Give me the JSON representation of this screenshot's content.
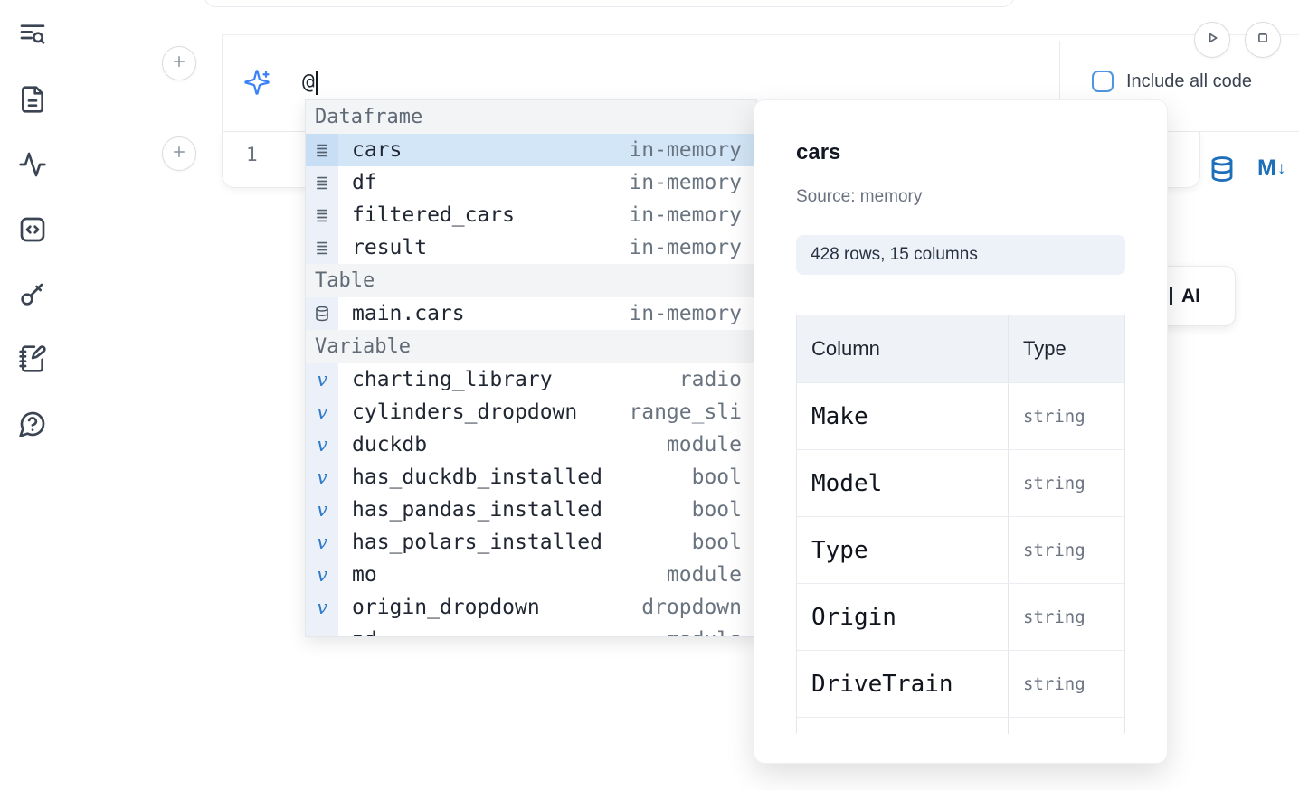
{
  "sidebar": {
    "items": [
      {
        "id": "table-of-contents",
        "icon": "list-search-icon"
      },
      {
        "id": "files",
        "icon": "file-icon"
      },
      {
        "id": "activity",
        "icon": "activity-icon"
      },
      {
        "id": "snippets",
        "icon": "code-square-icon"
      },
      {
        "id": "secrets",
        "icon": "key-icon"
      },
      {
        "id": "scratchpad",
        "icon": "notebook-pen-icon"
      },
      {
        "id": "help",
        "icon": "help-bubble-icon"
      }
    ]
  },
  "cell_toolbar": {
    "run_button_icon": "play-icon",
    "stop_button_icon": "stop-icon",
    "include_all_code_label": "Include all code",
    "include_all_code_checked": false
  },
  "ai_prompt": {
    "value": "@",
    "icon": "sparkles-icon"
  },
  "editor": {
    "line_number": "1",
    "right_icons": [
      {
        "id": "datasource",
        "icon": "database-icon"
      },
      {
        "id": "markdown",
        "icon": "markdown-icon",
        "glyph_m": "M",
        "glyph_arrow": "↓"
      }
    ]
  },
  "completion_menu": {
    "sections": [
      {
        "label": "Dataframe",
        "items": [
          {
            "icon": "dataframe",
            "label": "cars",
            "detail": "in-memory",
            "selected": true
          },
          {
            "icon": "dataframe",
            "label": "df",
            "detail": "in-memory"
          },
          {
            "icon": "dataframe",
            "label": "filtered_cars",
            "detail": "in-memory"
          },
          {
            "icon": "dataframe",
            "label": "result",
            "detail": "in-memory"
          }
        ]
      },
      {
        "label": "Table",
        "items": [
          {
            "icon": "table",
            "label": "main.cars",
            "detail": "in-memory"
          }
        ]
      },
      {
        "label": "Variable",
        "items": [
          {
            "icon": "variable",
            "label": "charting_library",
            "detail": "radio"
          },
          {
            "icon": "variable",
            "label": "cylinders_dropdown",
            "detail": "range_sli"
          },
          {
            "icon": "variable",
            "label": "duckdb",
            "detail": "module"
          },
          {
            "icon": "variable",
            "label": "has_duckdb_installed",
            "detail": "bool"
          },
          {
            "icon": "variable",
            "label": "has_pandas_installed",
            "detail": "bool"
          },
          {
            "icon": "variable",
            "label": "has_polars_installed",
            "detail": "bool"
          },
          {
            "icon": "variable",
            "label": "mo",
            "detail": "module"
          },
          {
            "icon": "variable",
            "label": "origin_dropdown",
            "detail": "dropdown"
          },
          {
            "icon": "variable",
            "label": "pd",
            "detail": "module",
            "partial": true
          }
        ]
      }
    ]
  },
  "detail_panel": {
    "title": "cars",
    "source_label": "Source: memory",
    "shape_badge": "428 rows, 15 columns",
    "table": {
      "headers": [
        "Column",
        "Type"
      ],
      "rows": [
        [
          "Make",
          "string"
        ],
        [
          "Model",
          "string"
        ],
        [
          "Type",
          "string"
        ],
        [
          "Origin",
          "string"
        ],
        [
          "DriveTrain",
          "string"
        ]
      ]
    }
  },
  "background_button": {
    "visible_label": "AI"
  },
  "colors": {
    "accent_blue": "#3b82f6",
    "icon_blue": "#1d6fba",
    "selected_row": "#d2e6f8"
  }
}
